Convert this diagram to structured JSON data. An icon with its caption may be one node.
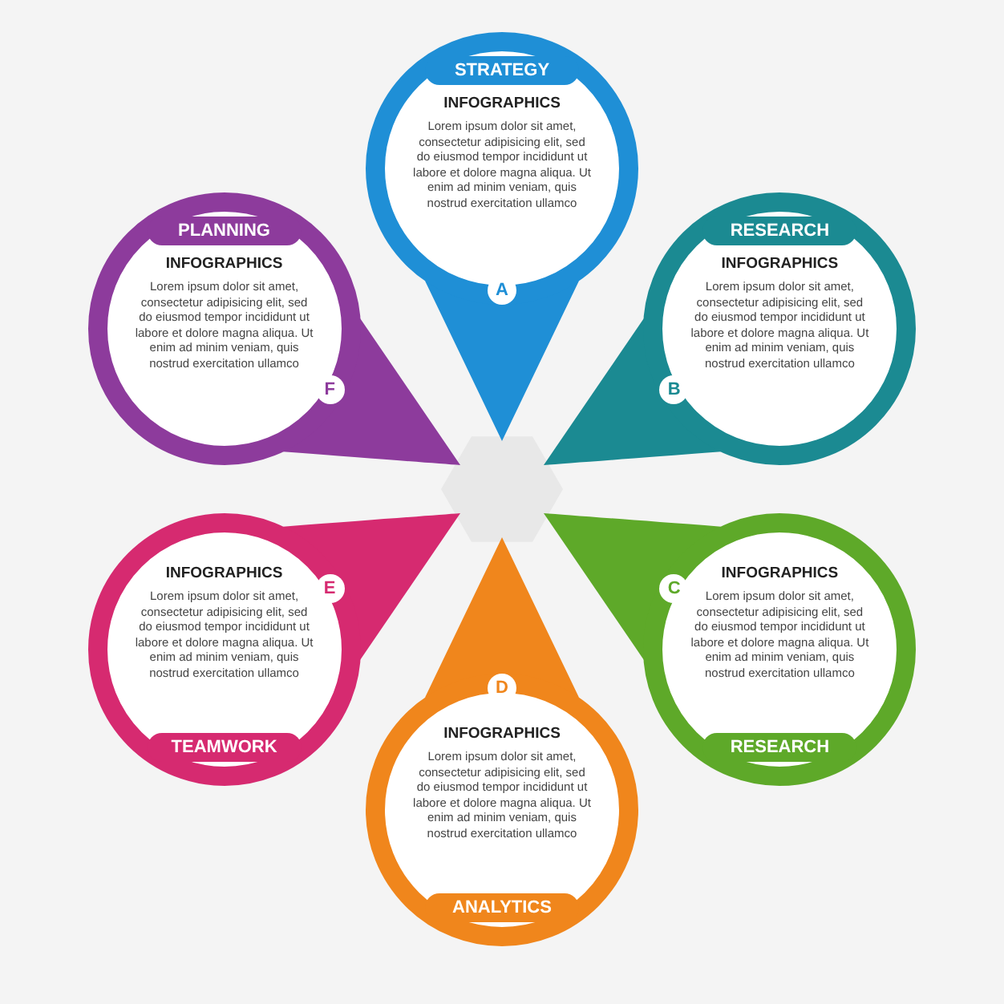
{
  "diagram": {
    "nodes": [
      {
        "text": [
          "STRATEGY",
          "INFOGRAPHICS",
          "Lorem ipsum dolor sit amet, consectetur adipisicing elit, sed do eiusmod tempor incididunt ut labore et dolore magna aliqua. Ut enim ad minim veniam, quis nostrud exercitation ullamco",
          "A"
        ]
      },
      {
        "text": [
          "RESEARCH",
          "INFOGRAPHICS",
          "Lorem ipsum dolor sit amet, consectetur adipisicing elit, sed do eiusmod tempor incididunt ut labore et dolore magna aliqua. Ut enim ad minim veniam, quis nostrud exercitation ullamco",
          "B"
        ]
      },
      {
        "text": [
          "C",
          "INFOGRAPHICS",
          "Lorem ipsum dolor sit amet, consectetur adipisicing elit, sed do eiusmod tempor incididunt ut labore et dolore magna aliqua. Ut enim ad minim veniam, quis nostrud exercitation ullamco",
          "RESEARCH"
        ]
      },
      {
        "text": [
          "D",
          "INFOGRAPHICS",
          "Lorem ipsum dolor sit amet, consectetur adipisicing elit, sed do eiusmod tempor incididunt ut labore et dolore magna aliqua. Ut enim ad minim veniam, quis nostrud exercitation ullamco",
          "ANALYTICS"
        ]
      },
      {
        "text": [
          "E",
          "INFOGRAPHICS",
          "Lorem ipsum dolor sit amet, consectetur adipisicing elit, sed do eiusmod tempor incididunt ut labore et dolore magna aliqua. Ut enim ad minim veniam, quis nostrud exercitation ullamco",
          "TEAMWORK"
        ]
      },
      {
        "text": [
          "PLANNING",
          "INFOGRAPHICS",
          "Lorem ipsum dolor sit amet, consectetur adipisicing elit, sed do eiusmod tempor incididunt ut labore et dolore magna aliqua. Ut enim ad minim veniam, quis nostrud exercitation ullamco",
          "F"
        ]
      }
    ]
  }
}
